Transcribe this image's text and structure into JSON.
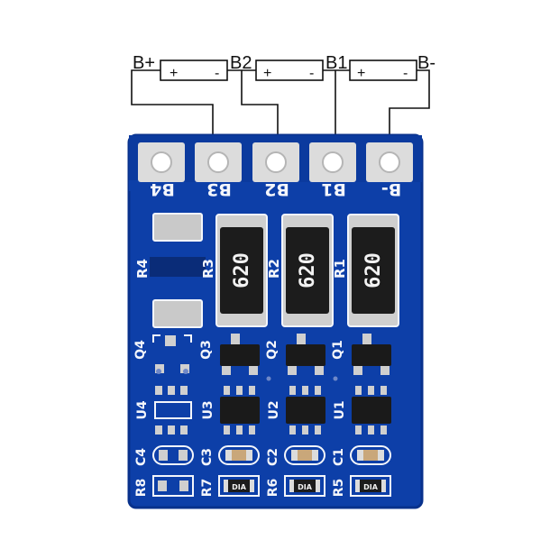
{
  "diagram": {
    "terminals": [
      "B+",
      "B2",
      "B1",
      "B-"
    ],
    "cell_plus": "+",
    "cell_minus": "-"
  },
  "pcb": {
    "pads": [
      "B4",
      "B3",
      "B2",
      "B1",
      "B-"
    ],
    "resistors": [
      {
        "ref": "R3",
        "code": "620"
      },
      {
        "ref": "R2",
        "code": "620"
      },
      {
        "ref": "R1",
        "code": "620"
      }
    ],
    "r4": "R4",
    "mosfets": [
      "Q4",
      "Q3",
      "Q2",
      "Q1"
    ],
    "ics": [
      "U4",
      "U3",
      "U2",
      "U1"
    ],
    "caps": [
      "C4",
      "C3",
      "C2",
      "C1"
    ],
    "bottom_refs": [
      "R8",
      "R7",
      "R6",
      "R5"
    ],
    "dia_label": "DIA"
  },
  "colors": {
    "board": "#0d3fa8",
    "board_edge": "#08318c",
    "silkscreen": "#f4f6fb",
    "pad": "#d9d9d9",
    "resistor_body": "#1c1c1c"
  }
}
